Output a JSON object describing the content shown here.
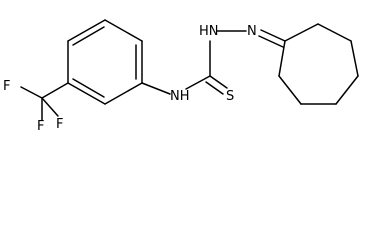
{
  "molecule": {
    "atoms": [
      {
        "id": "F1",
        "label": "F"
      },
      {
        "id": "F2",
        "label": "F"
      },
      {
        "id": "F3",
        "label": "F"
      },
      {
        "id": "N1",
        "label": "NH"
      },
      {
        "id": "N2",
        "label": "HN"
      },
      {
        "id": "N3",
        "label": "N"
      },
      {
        "id": "S1",
        "label": "S"
      }
    ]
  }
}
